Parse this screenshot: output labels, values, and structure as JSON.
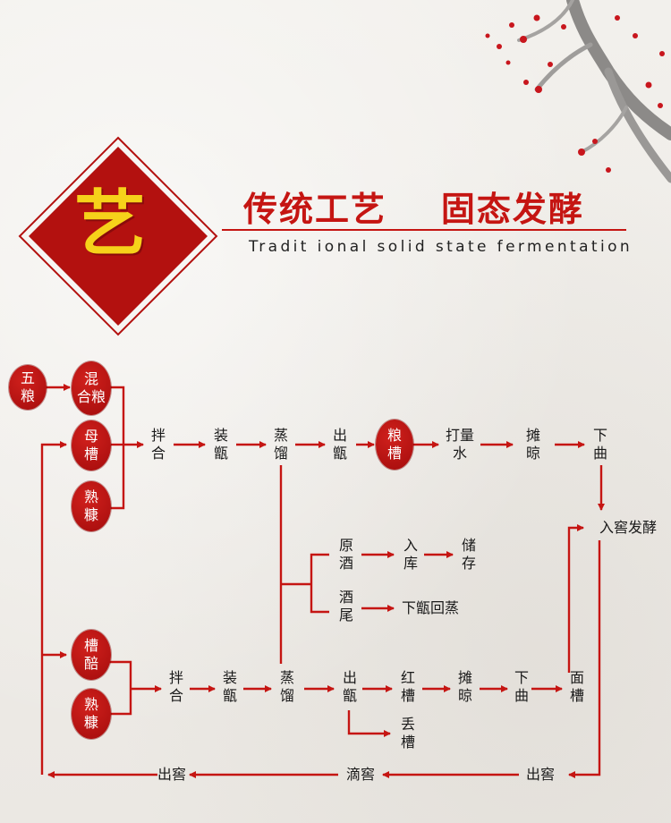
{
  "header": {
    "badge_char": "艺",
    "title": "传统工艺    固态发酵",
    "subtitle": "Tradit ional solid state fermentation"
  },
  "colors": {
    "accent": "#c51512",
    "oval": "#b3110f",
    "badge_char": "#f6d21a"
  },
  "decor": {
    "branch": "plum-blossom-branch-icon",
    "badge": "red-diamond-badge-icon"
  },
  "nodes": {
    "wuliang": "五\n粮",
    "hunheliang": "混\n合粮",
    "mucao": "母\n槽",
    "shukang1": "熟\n糠",
    "banhe1": "拌\n合",
    "zhuangzeng1": "装\n甑",
    "zhengliu1": "蒸\n馏",
    "chuzeng1": "出\n甑",
    "liangcao": "粮\n槽",
    "daliangshui": "打量\n水",
    "tanliang1": "摊\n晾",
    "xiaqu1": "下\n曲",
    "rujiao": "入窖发酵",
    "yuanjiu": "原\n酒",
    "ruku": "入\n库",
    "chucun": "储\n存",
    "jiuwei": "酒\n尾",
    "xiazenghuizheng": "下甑回蒸",
    "caocu": "槽\n醅",
    "shukang2": "熟\n糠",
    "banhe2": "拌\n合",
    "zhuangzeng2": "装\n甑",
    "zhengliu2": "蒸\n馏",
    "chuzeng2": "出\n甑",
    "hongcao": "红\n槽",
    "tanliang2": "摊\n晾",
    "xiaqu2": "下\n曲",
    "miancao": "面\n槽",
    "diucao": "丢\n槽",
    "chujiao1": "出窖",
    "dijiao": "滴窖",
    "chujiao2": "出窖"
  }
}
